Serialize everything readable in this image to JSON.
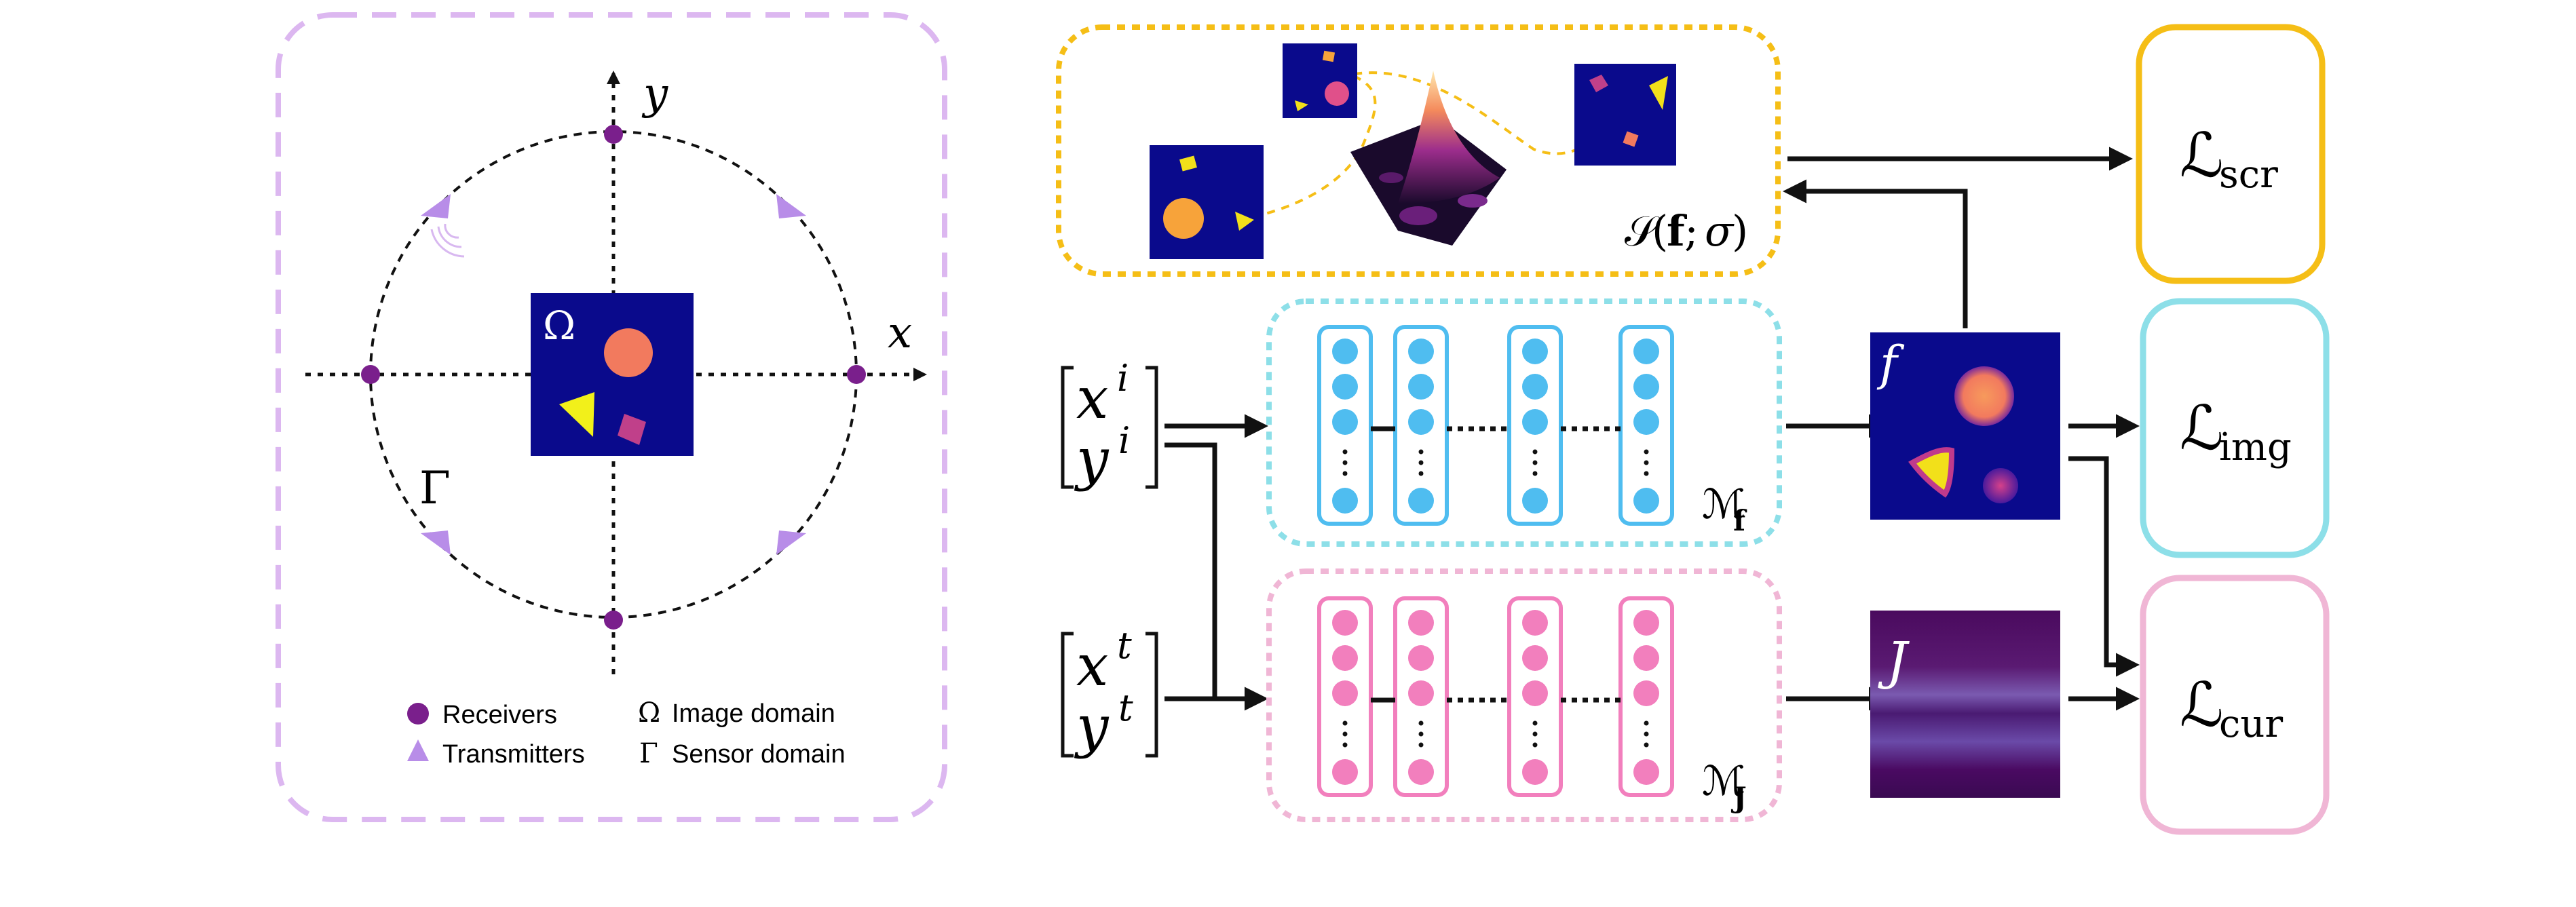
{
  "colors": {
    "sensor_panel_border": "#dcb7f0",
    "scr_border": "#f5be16",
    "img_border": "#8ddfe8",
    "cur_border": "#f0b6d5",
    "net_f_color": "#4fbdf0",
    "net_j_color": "#f27fbd",
    "receiver": "#7a1f8c",
    "transmitter": "#b88de8",
    "image_bg": "#0a0a8c",
    "arrow": "#111111"
  },
  "sensor_panel": {
    "axis_x": "x",
    "axis_y": "y",
    "image_domain_symbol": "Ω",
    "sensor_domain_symbol": "Γ",
    "legend": {
      "receivers": "Receivers",
      "transmitters": "Transmitters",
      "image_domain_symbol": "Ω",
      "image_domain": "Image domain",
      "sensor_domain_symbol": "Γ",
      "sensor_domain": "Sensor domain"
    }
  },
  "scr_panel": {
    "operator_script": "𝒮",
    "operator_f": "f",
    "operator_sigma": "σ"
  },
  "inputs": {
    "image_coords": {
      "x": "x",
      "x_sup": "i",
      "y": "y",
      "y_sup": "i"
    },
    "time_coords": {
      "x": "x",
      "x_sup": "t",
      "y": "y",
      "y_sup": "t"
    }
  },
  "networks": {
    "field_net": {
      "symbol": "ℳ",
      "sub": "f"
    },
    "current_net": {
      "symbol": "ℳ",
      "sub": "J"
    }
  },
  "outputs": {
    "field_label": "f",
    "current_label": "J"
  },
  "losses": {
    "scr": {
      "symbol": "ℒ",
      "sub": "scr"
    },
    "img": {
      "symbol": "ℒ",
      "sub": "img"
    },
    "cur": {
      "symbol": "ℒ",
      "sub": "cur"
    }
  }
}
